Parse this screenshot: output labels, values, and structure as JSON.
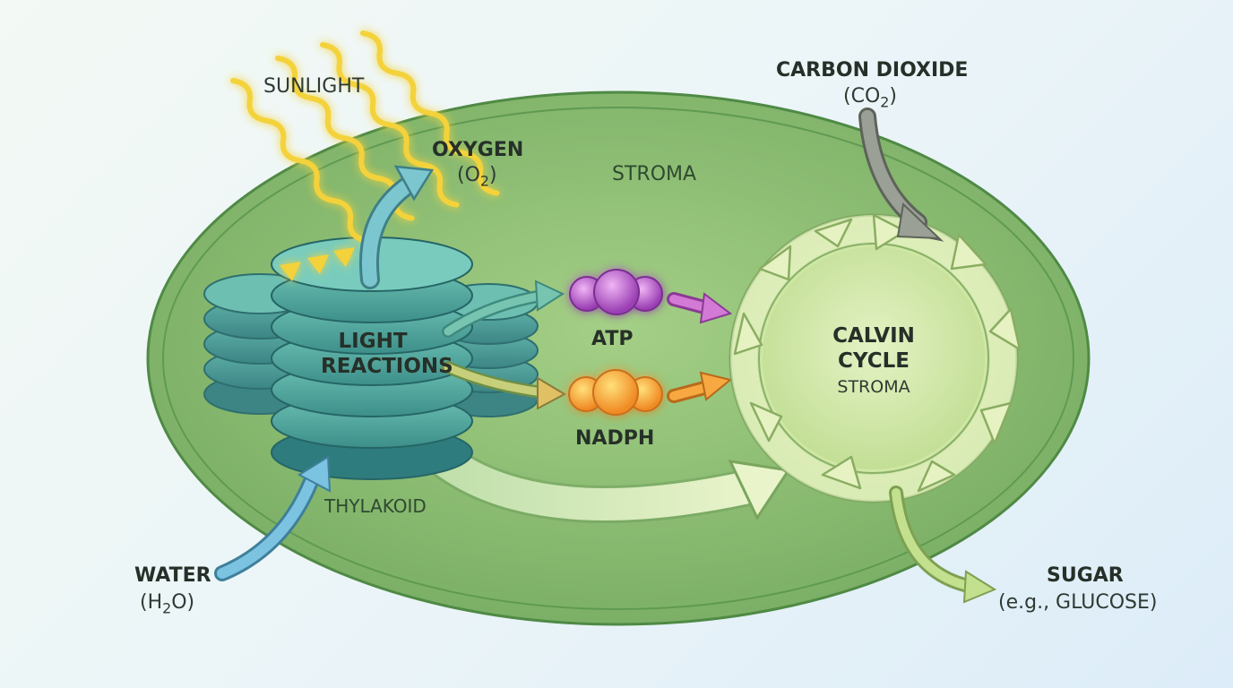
{
  "labels": {
    "sunlight": "SUNLIGHT",
    "oxygen_title": "OXYGEN",
    "oxygen_formula_pre": "(O",
    "oxygen_formula_sub": "2",
    "oxygen_formula_post": ")",
    "stroma_top": "STROMA",
    "carbon_title": "CARBON DIOXIDE",
    "carbon_formula_pre": "(CO",
    "carbon_formula_sub": "2",
    "carbon_formula_post": ")",
    "light_reactions_line1": "LIGHT",
    "light_reactions_line2": "REACTIONS",
    "atp": "ATP",
    "nadph": "NADPH",
    "calvin_line1": "CALVIN",
    "calvin_line2": "CYCLE",
    "calvin_stroma": "STROMA",
    "thylakoid": "THYLAKOID",
    "water_title": "WATER",
    "water_formula_pre": "(H",
    "water_formula_sub": "2",
    "water_formula_post": "O)",
    "sugar_title": "SUGAR",
    "sugar_example": "(e.g., GLUCOSE)"
  },
  "colors": {
    "chloroplast_fill": "#7fb46a",
    "chloroplast_inner": "#93c47c",
    "thylakoid": "#4fa39a",
    "sun": "#f4d23a",
    "water_arrow": "#6fb8d8",
    "atp": "#b45cc8",
    "nadph": "#f59a2e",
    "co2_arrow": "#8a8f86",
    "calvin_fill": "#d8ecb0",
    "sugar_arrow": "#b7d98a"
  }
}
